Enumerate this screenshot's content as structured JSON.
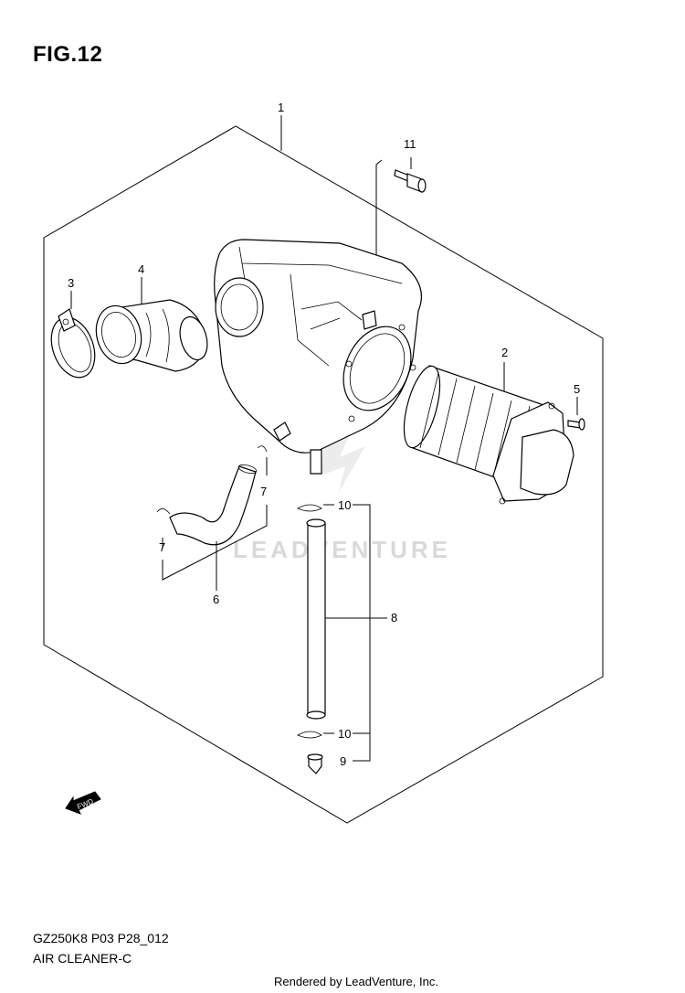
{
  "figure": {
    "title": "FIG.12",
    "model_code": "GZ250K8 P03 P28_012",
    "section_name": "AIR CLEANER-C",
    "footer": "Rendered by LeadVenture, Inc.",
    "watermark": "LEADVENTURE",
    "fwd_label": "FWD"
  },
  "callouts": {
    "p1": "1",
    "p2": "2",
    "p3": "3",
    "p4": "4",
    "p5": "5",
    "p6": "6",
    "p7a": "7",
    "p7b": "7",
    "p8": "8",
    "p9": "9",
    "p10a": "10",
    "p10b": "10",
    "p11": "11"
  }
}
